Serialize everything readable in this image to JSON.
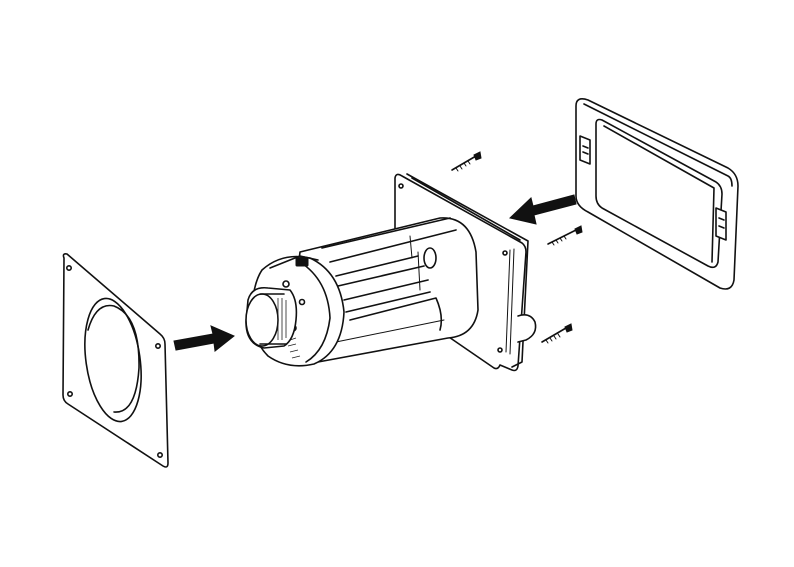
{
  "diagram": {
    "type": "exploded-assembly",
    "parts": [
      "rear-mounting-plate",
      "motor-unit",
      "flange-plate",
      "screws",
      "front-trim-frame"
    ],
    "arrows": [
      {
        "from": "rear-mounting-plate",
        "to": "motor-unit",
        "direction": "right"
      },
      {
        "from": "front-trim-frame",
        "to": "flange-plate",
        "direction": "left"
      }
    ],
    "screw_count": 3,
    "colors": {
      "line": "#111111",
      "background": "#ffffff",
      "arrow": "#111111"
    }
  }
}
